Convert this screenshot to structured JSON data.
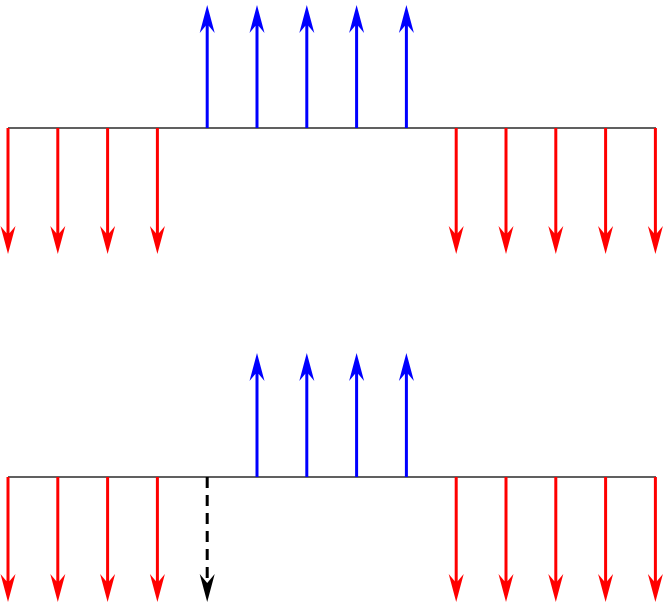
{
  "colors": {
    "up": "#0000ff",
    "down": "#ff0000",
    "dashed": "#000000",
    "line": "#000000",
    "background": "#ffffff"
  },
  "panels": [
    {
      "name": "top",
      "arrows": [
        {
          "kind": "down",
          "style": "solid"
        },
        {
          "kind": "down",
          "style": "solid"
        },
        {
          "kind": "down",
          "style": "solid"
        },
        {
          "kind": "down",
          "style": "solid"
        },
        {
          "kind": "up",
          "style": "solid"
        },
        {
          "kind": "up",
          "style": "solid"
        },
        {
          "kind": "up",
          "style": "solid"
        },
        {
          "kind": "up",
          "style": "solid"
        },
        {
          "kind": "up",
          "style": "solid"
        },
        {
          "kind": "down",
          "style": "solid"
        },
        {
          "kind": "down",
          "style": "solid"
        },
        {
          "kind": "down",
          "style": "solid"
        },
        {
          "kind": "down",
          "style": "solid"
        },
        {
          "kind": "down",
          "style": "solid"
        }
      ]
    },
    {
      "name": "bottom",
      "arrows": [
        {
          "kind": "down",
          "style": "solid"
        },
        {
          "kind": "down",
          "style": "solid"
        },
        {
          "kind": "down",
          "style": "solid"
        },
        {
          "kind": "down",
          "style": "solid"
        },
        {
          "kind": "down",
          "style": "dashed"
        },
        {
          "kind": "up",
          "style": "solid"
        },
        {
          "kind": "up",
          "style": "solid"
        },
        {
          "kind": "up",
          "style": "solid"
        },
        {
          "kind": "up",
          "style": "solid"
        },
        {
          "kind": "down",
          "style": "solid"
        },
        {
          "kind": "down",
          "style": "solid"
        },
        {
          "kind": "down",
          "style": "solid"
        },
        {
          "kind": "down",
          "style": "solid"
        },
        {
          "kind": "down",
          "style": "solid"
        }
      ]
    }
  ]
}
